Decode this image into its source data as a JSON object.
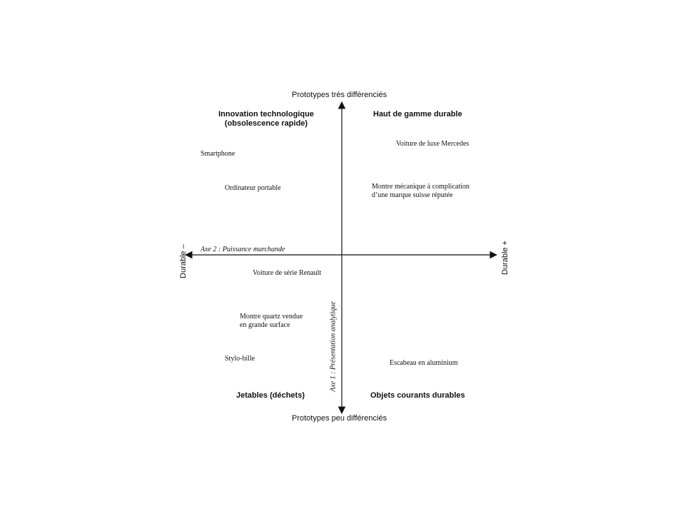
{
  "poles": {
    "top": "Prototypes très différenciés",
    "bottom": "Prototypes peu différenciés",
    "left": "Durable –",
    "right": "Durable +"
  },
  "axes": {
    "axis1": "Axe 1 : Présentation analytique",
    "axis2": "Axe 2 : Puissance marchande"
  },
  "quadrants": {
    "top_left": [
      "Innovation technologique",
      "(obsolescence rapide)"
    ],
    "top_right": "Haut de gamme durable",
    "bottom_left": "Jetables (déchets)",
    "bottom_right": "Objets courants durables"
  },
  "items": {
    "smartphone": "Smartphone",
    "ordinateur": "Ordinateur portable",
    "mercedes": "Voiture de luxe Mercedes",
    "montre_meca": [
      "Montre mécanique à complication",
      "d’une marque suisse réputée"
    ],
    "renault": "Voiture de série Renault",
    "montre_quartz": [
      "Montre quartz vendue",
      "en grande surface"
    ],
    "stylo": "Stylo-bille",
    "escabeau": "Escabeau en aluminium"
  }
}
